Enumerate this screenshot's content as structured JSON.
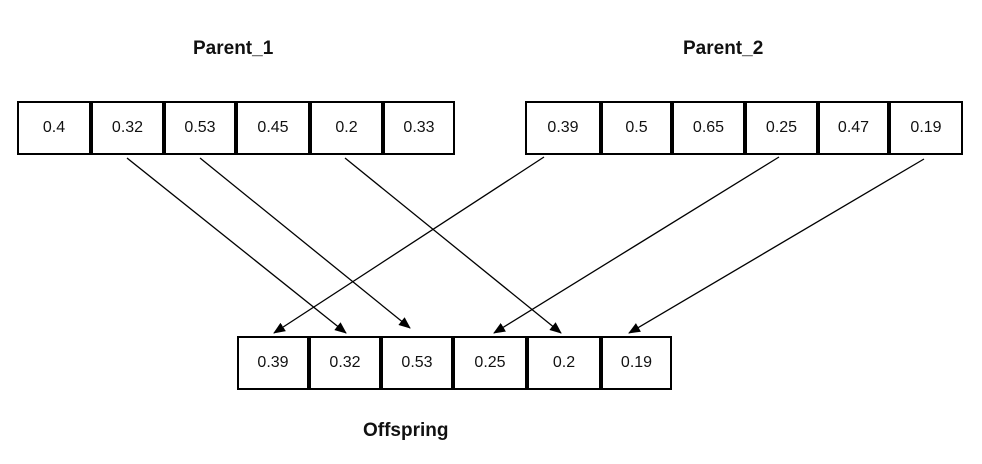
{
  "parent1": {
    "label": "Parent_1",
    "genes": [
      "0.4",
      "0.32",
      "0.53",
      "0.45",
      "0.2",
      "0.33"
    ]
  },
  "parent2": {
    "label": "Parent_2",
    "genes": [
      "0.39",
      "0.5",
      "0.65",
      "0.25",
      "0.47",
      "0.19"
    ]
  },
  "offspring": {
    "label": "Offspring",
    "genes": [
      "0.39",
      "0.32",
      "0.53",
      "0.25",
      "0.2",
      "0.19"
    ]
  }
}
